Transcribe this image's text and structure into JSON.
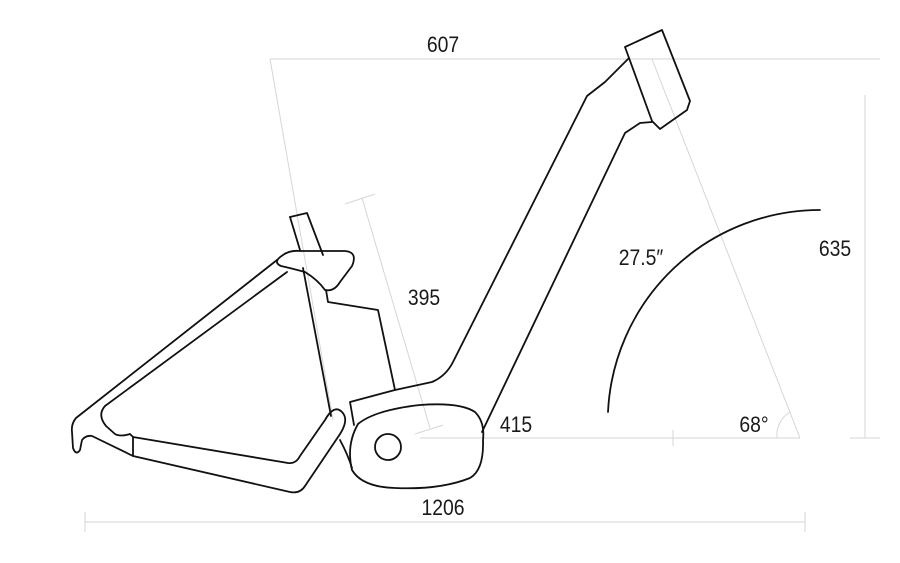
{
  "dimensions": {
    "reach_stack_top": "607",
    "seat_tube": "395",
    "chainstay": "415",
    "wheelbase": "1206",
    "wheel_size": "27.5″",
    "stack": "635",
    "head_angle": "68°"
  },
  "colors": {
    "frame_stroke": "#111111",
    "guide_stroke": "#d6d6d6"
  }
}
